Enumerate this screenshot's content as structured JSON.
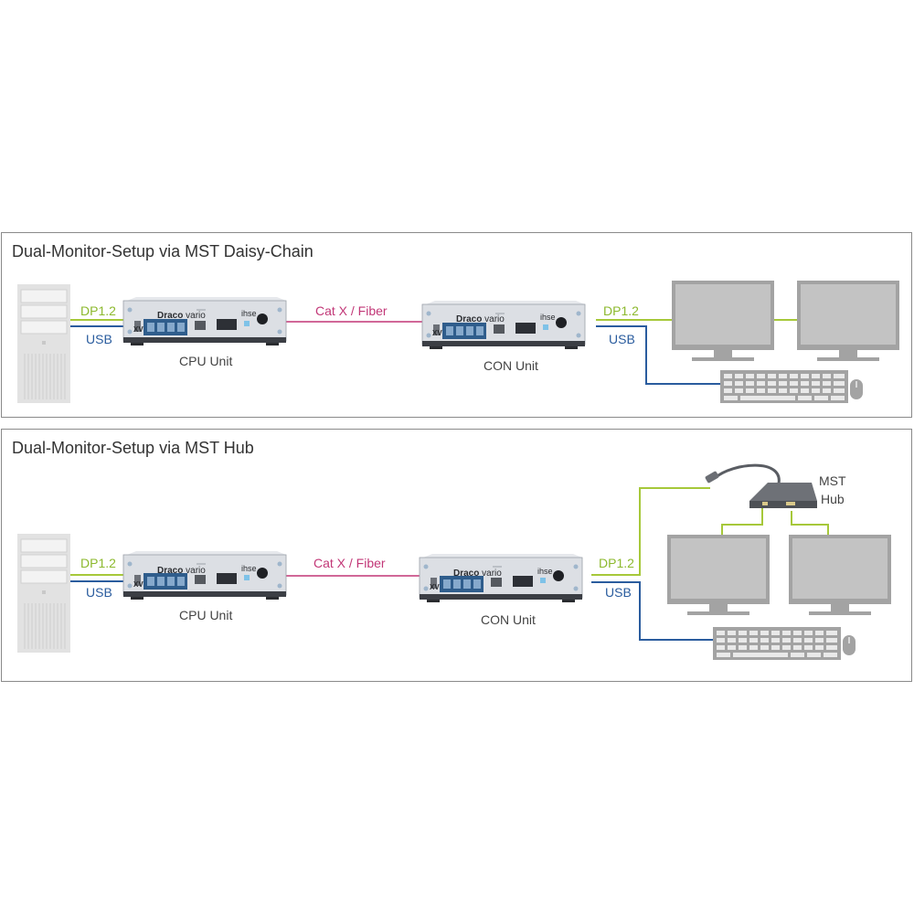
{
  "diagrams": [
    {
      "title": "Dual-Monitor-Setup via MST Daisy-Chain",
      "video_label": "DP1.2",
      "usb_label": "USB",
      "link_label": "Cat X / Fiber",
      "cpu_label": "CPU Unit",
      "con_label": "CON Unit",
      "con_video_label": "DP1.2",
      "con_usb_label": "USB",
      "brand": "Draco",
      "brand_sub": "vario",
      "maker": "ihse",
      "model": "XV"
    },
    {
      "title": "Dual-Monitor-Setup via MST Hub",
      "video_label": "DP1.2",
      "usb_label": "USB",
      "link_label": "Cat X / Fiber",
      "cpu_label": "CPU Unit",
      "con_label": "CON Unit",
      "con_video_label": "DP1.2",
      "con_usb_label": "USB",
      "hub_label_1": "MST",
      "hub_label_2": "Hub",
      "brand": "Draco",
      "brand_sub": "vario",
      "maker": "ihse",
      "model": "XV"
    }
  ],
  "colors": {
    "dp_line": "#a6c83a",
    "usb_line": "#2a5c9e",
    "link_line": "#c23777",
    "device_body": "#c9ccd2",
    "device_front": "#dcdfe4",
    "monitor": "#a3a3a3",
    "keyboard": "#a0a0a0"
  }
}
